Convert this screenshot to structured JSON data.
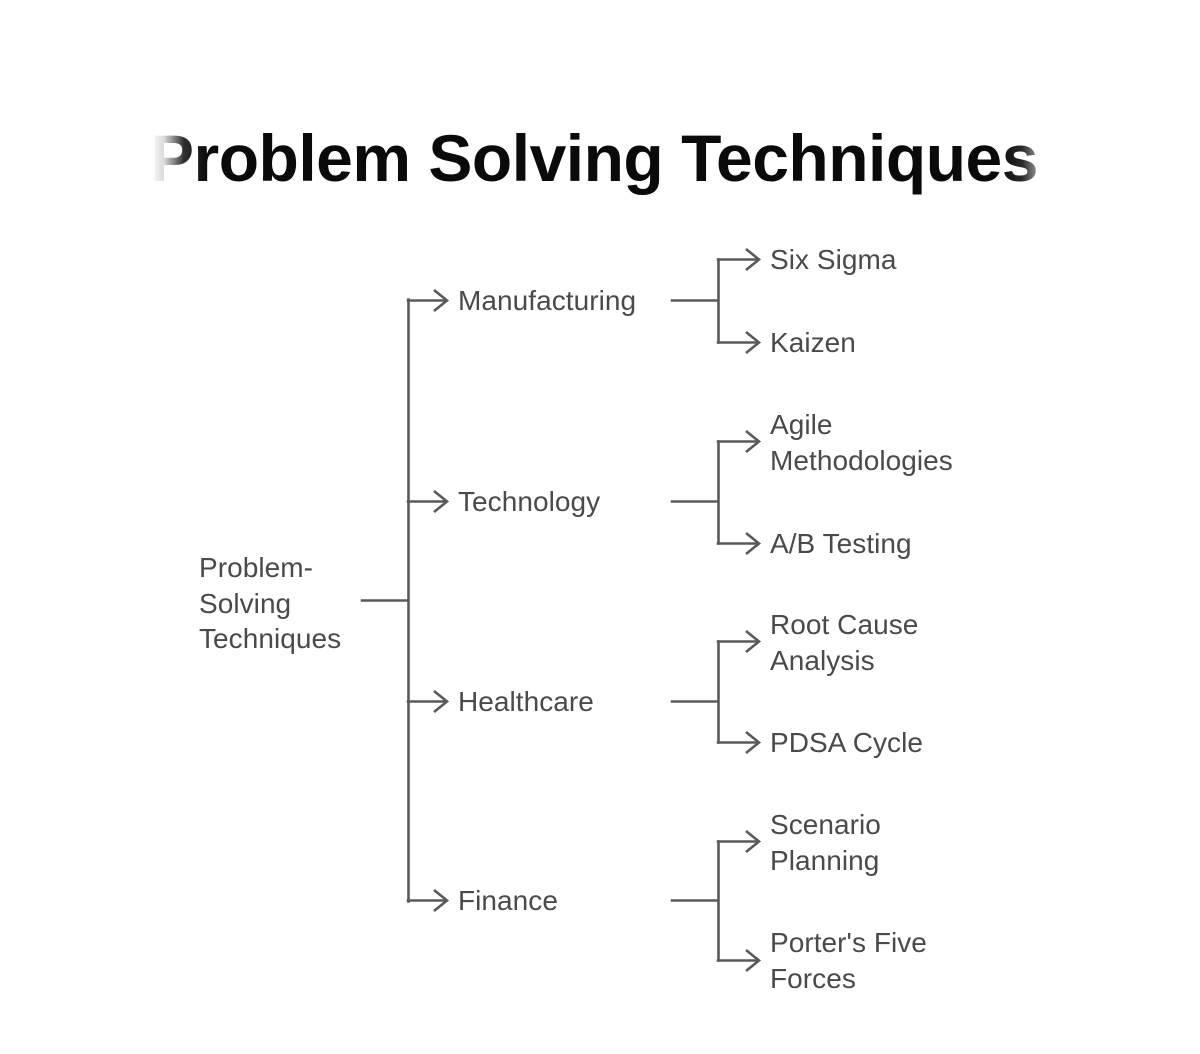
{
  "title": {
    "text": "Problem Solving Techniques",
    "color": "#0a0a0a",
    "edges_faded": "true"
  },
  "background_color": "#ffffff",
  "line_color": "#5a5a5a",
  "text_color": "#4a4a4a",
  "tree": {
    "root": {
      "label": "Problem-\nSolving\nTechniques"
    },
    "branches": [
      {
        "label": "Manufacturing",
        "children": [
          {
            "label": "Six Sigma"
          },
          {
            "label": "Kaizen"
          }
        ]
      },
      {
        "label": "Technology",
        "children": [
          {
            "label": "Agile\nMethodologies"
          },
          {
            "label": "A/B Testing"
          }
        ]
      },
      {
        "label": "Healthcare",
        "children": [
          {
            "label": "Root Cause\nAnalysis"
          },
          {
            "label": "PDSA Cycle"
          }
        ]
      },
      {
        "label": "Finance",
        "children": [
          {
            "label": "Scenario\nPlanning"
          },
          {
            "label": "Porter's Five\nForces"
          }
        ]
      }
    ]
  }
}
